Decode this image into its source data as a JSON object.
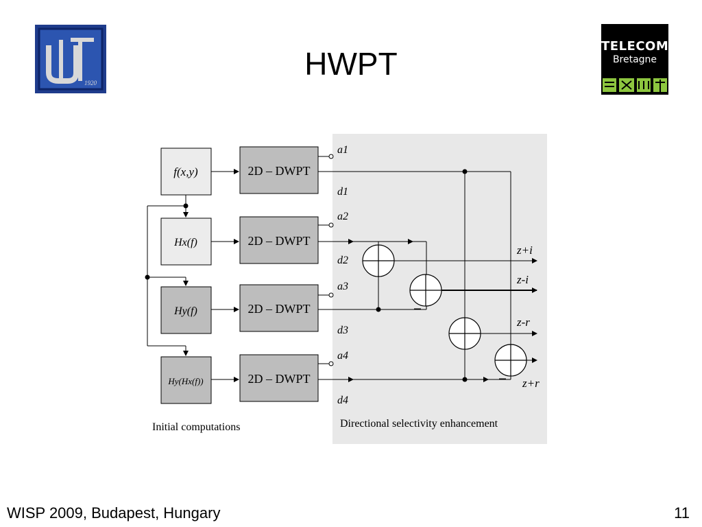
{
  "slide": {
    "title": "HWPT",
    "footer_left": "WISP 2009, Budapest, Hungary",
    "page_number": "11"
  },
  "logos": {
    "left": {
      "icon": "university-logo-icon",
      "text": "1920"
    },
    "right": {
      "icon": "telecom-bretagne-logo-icon",
      "line1": "TELECOM",
      "line2": "Bretagne"
    }
  },
  "diagram": {
    "inputs": [
      "f(x,y)",
      "Hx(f)",
      "Hy(f)",
      "Hy(Hx(f))"
    ],
    "block_label": "2D – DWPT",
    "approx_outputs": [
      "a1",
      "a2",
      "a3",
      "a4"
    ],
    "detail_outputs": [
      "d1",
      "d2",
      "d3",
      "d4"
    ],
    "results": [
      "z+i",
      "z-i",
      "z-r",
      "z+r"
    ],
    "left_caption": "Initial computations",
    "right_caption": "Directional selectivity enhancement",
    "colors": {
      "panel": "#e8e8e8",
      "dark_box": "#bdbdbd",
      "light_box": "#ececec"
    }
  }
}
